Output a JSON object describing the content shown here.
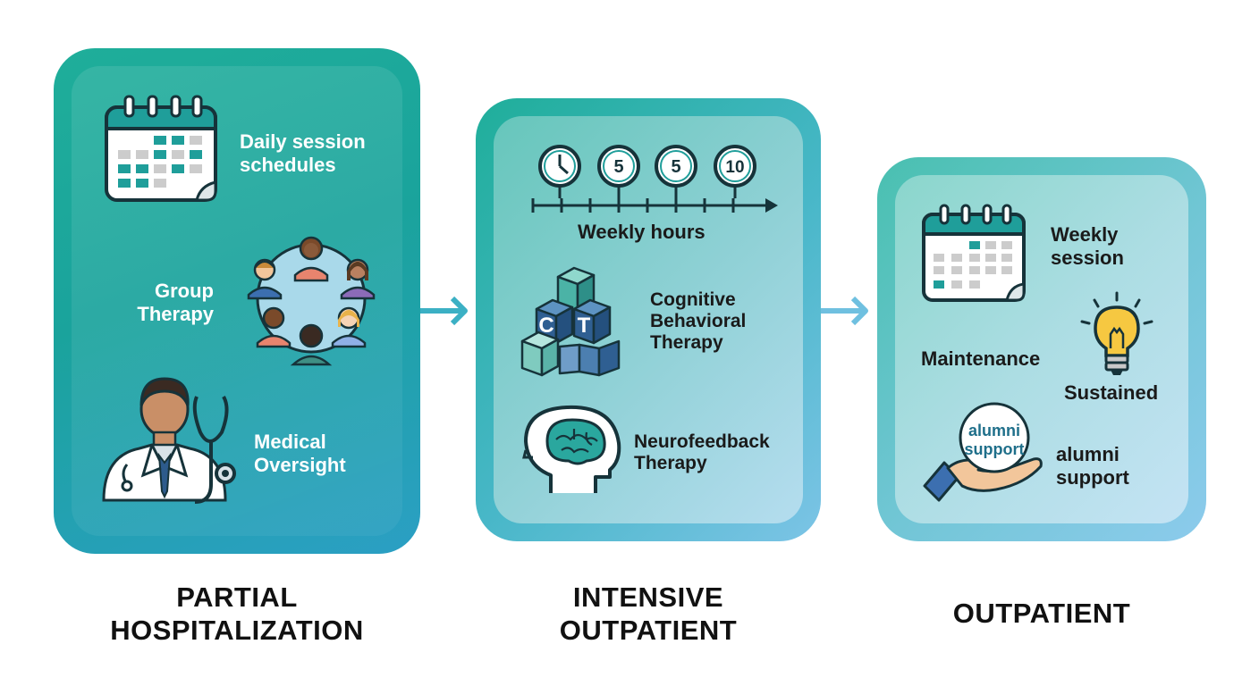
{
  "stages": [
    {
      "title_line1": "PARTIAL",
      "title_line2": "HOSPITALIZATION",
      "items": [
        {
          "label_line1": "Daily session",
          "label_line2": "schedules",
          "icon": "calendar-icon"
        },
        {
          "label_line1": "Group",
          "label_line2": "Therapy",
          "icon": "group-circle-icon"
        },
        {
          "label_line1": "Medical",
          "label_line2": "Oversight",
          "icon": "doctor-icon"
        }
      ]
    },
    {
      "title_line1": "INTENSIVE",
      "title_line2": "OUTPATIENT",
      "items": [
        {
          "label": "Weekly hours",
          "icon": "clock-timeline-icon"
        },
        {
          "label_line1": "Cognitive",
          "label_line2": "Behavioral",
          "label_line3": "Therapy",
          "icon": "cbt-blocks-icon"
        },
        {
          "label_line1": "Neurofeedback",
          "label_line2": "Therapy",
          "icon": "brain-head-icon"
        }
      ],
      "clocks": [
        "5",
        "5",
        "10"
      ],
      "blocks": [
        "C",
        "T"
      ]
    },
    {
      "title": "OUTPATIENT",
      "items": [
        {
          "label_line1": "Weekly",
          "label_line2": "session",
          "icon": "calendar-icon"
        },
        {
          "label": "Maintenance",
          "icon": "lightbulb-icon"
        },
        {
          "label": "Sustained",
          "icon": "lightbulb-icon"
        },
        {
          "label_line1": "alumni",
          "label_line2": "support",
          "icon": "hand-support-icon"
        }
      ],
      "badge_line1": "alumni",
      "badge_line2": "support"
    }
  ],
  "colors": {
    "teal": "#1aa39c",
    "blue": "#2b9fc4",
    "arrow": "#3bb0c4"
  }
}
